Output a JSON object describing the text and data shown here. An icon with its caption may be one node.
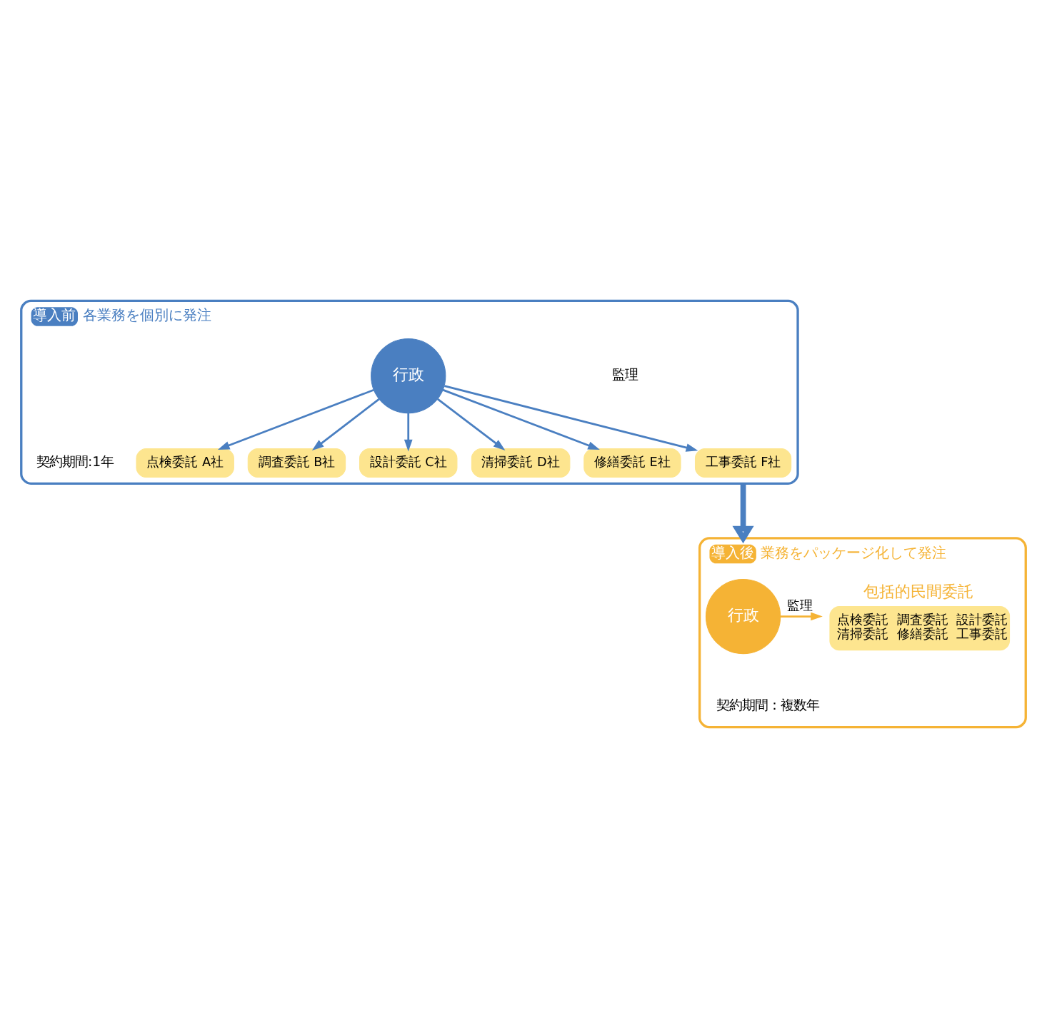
{
  "diagram": {
    "nodes": [
      {
        "text": [
          "導入前",
          "各業務を個別に発注"
        ]
      },
      {
        "text": [
          "行政"
        ],
        "in": 0
      },
      {
        "text": [
          "点検委託 A社"
        ],
        "in": 0
      },
      {
        "text": [
          "調査委託 B社"
        ],
        "in": 0
      },
      {
        "text": [
          "設計委託 C社"
        ],
        "in": 0
      },
      {
        "text": [
          "清掃委託 D社"
        ],
        "in": 0
      },
      {
        "text": [
          "修繕委託 E社"
        ],
        "in": 0
      },
      {
        "text": [
          "工事委託 F社"
        ],
        "in": 0
      },
      {
        "text": [
          "導入後",
          "業務をパッケージ化して発注"
        ]
      },
      {
        "text": [
          "行政"
        ],
        "in": 8
      },
      {
        "text": [
          "包括的民間委託",
          "点検委託",
          "調査委託",
          "設計委託",
          "清掃委託",
          "修繕委託",
          "工事委託"
        ],
        "in": 8
      }
    ],
    "edges": [
      {
        "from": 1,
        "to": 2,
        "arrow": "to"
      },
      {
        "from": 1,
        "to": 3,
        "arrow": "to"
      },
      {
        "from": 1,
        "to": 4,
        "arrow": "to"
      },
      {
        "from": 1,
        "to": 5,
        "arrow": "to"
      },
      {
        "from": 1,
        "to": 6,
        "arrow": "to"
      },
      {
        "from": 1,
        "to": 7,
        "arrow": "to"
      },
      {
        "from": 0,
        "to": 8,
        "arrow": "to",
        "style": "thick"
      },
      {
        "from": 9,
        "to": 10,
        "arrow": "to",
        "label": "監理",
        "color": "#f5b335"
      }
    ],
    "labels": [
      "監理",
      "契約期間:1年",
      "契約期間：複数年"
    ]
  }
}
